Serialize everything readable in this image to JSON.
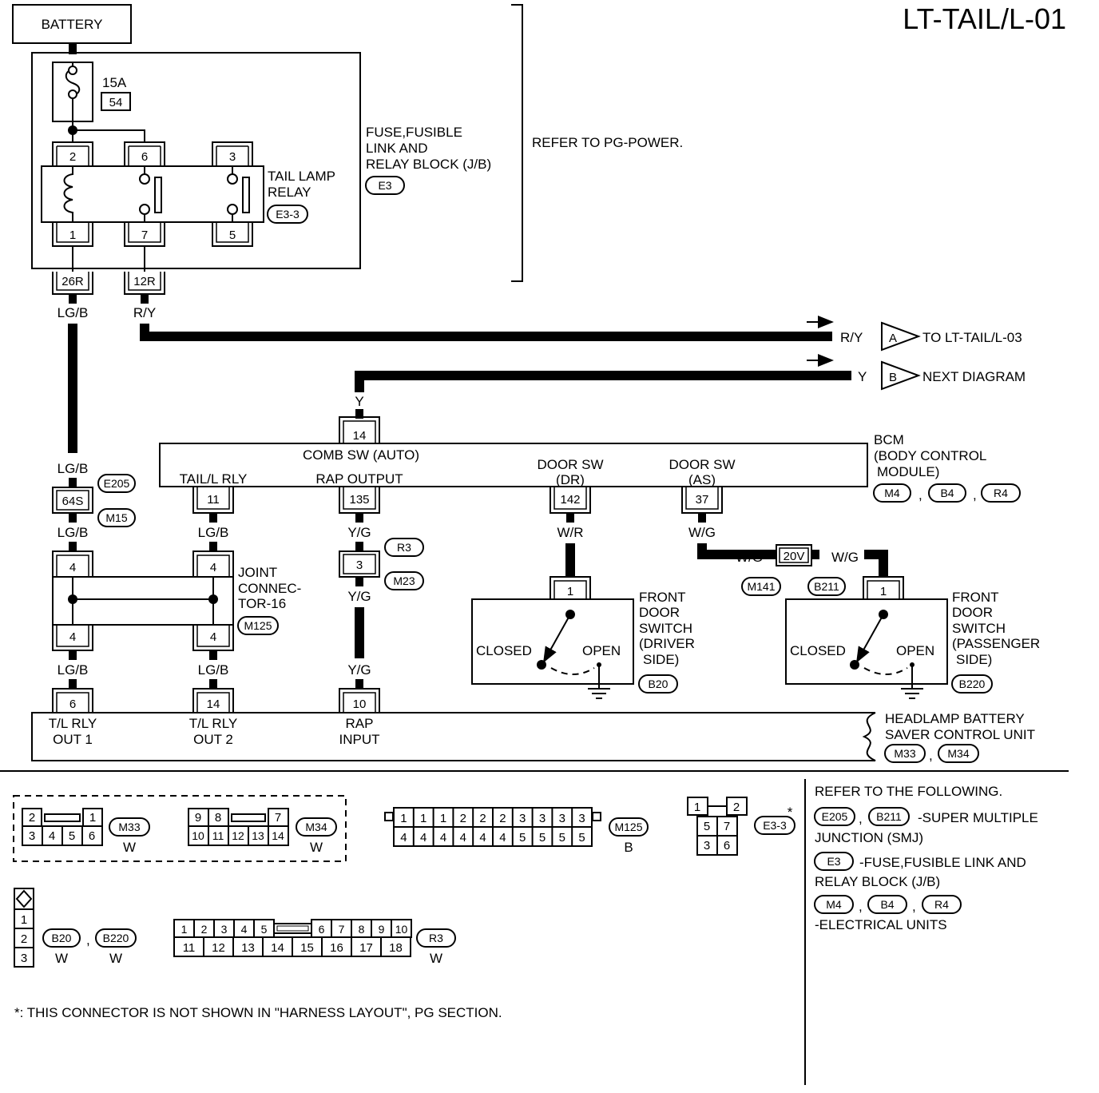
{
  "page_title": "LT-TAIL/L-01",
  "battery": "BATTERY",
  "fuse": {
    "amp": "15A",
    "num": "54"
  },
  "fuse_block": {
    "line1": "FUSE,FUSIBLE",
    "line2": "LINK AND",
    "line3": "RELAY BLOCK (J/B)",
    "code": "E3"
  },
  "refer_pg": "REFER TO PG-POWER.",
  "relay": {
    "line1": "TAIL LAMP",
    "line2": "RELAY",
    "code": "E3-3",
    "pins_top": [
      "2",
      "6",
      "3"
    ],
    "pins_bottom": [
      "1",
      "7",
      "5"
    ]
  },
  "jb_terminals": [
    "26R",
    "12R"
  ],
  "wires": {
    "lgb": "LG/B",
    "ry": "R/Y",
    "y": "Y",
    "yg": "Y/G",
    "wr": "W/R",
    "wg": "W/G"
  },
  "arrows": {
    "a": {
      "color": "R/Y",
      "letter": "A",
      "dest": "TO LT-TAIL/L-03"
    },
    "b": {
      "color": "Y",
      "letter": "B",
      "dest": "NEXT DIAGRAM"
    }
  },
  "bcm": {
    "line1": "BCM",
    "line2": "(BODY CONTROL",
    "line3": "MODULE)",
    "codes": [
      "M4",
      "B4",
      "R4"
    ],
    "pins": {
      "comb": "14",
      "tail": "11",
      "rap": "135",
      "dr": "142",
      "as": "37"
    },
    "labels": {
      "comb": "COMB SW (AUTO)",
      "tail": "TAIL/L RLY",
      "rap": "RAP OUTPUT",
      "dr1": "DOOR SW",
      "dr2": "(DR)",
      "as1": "DOOR SW",
      "as2": "(AS)"
    }
  },
  "conn_64s": {
    "pin": "64S",
    "code1": "E205",
    "code2": "M15"
  },
  "r3_conn": {
    "pin": "3",
    "code1": "R3",
    "code2": "M23"
  },
  "joint": {
    "line1": "JOINT",
    "line2": "CONNEC-",
    "line3": "TOR-16",
    "code": "M125",
    "pin": "4"
  },
  "conn_20v": {
    "pin": "20V",
    "code1": "M141",
    "code2": "B211"
  },
  "door_dr": {
    "pin": "1",
    "closed": "CLOSED",
    "open": "OPEN",
    "line1": "FRONT",
    "line2": "DOOR",
    "line3": "SWITCH",
    "line4": "(DRIVER",
    "line5": "SIDE)",
    "code": "B20"
  },
  "door_as": {
    "pin": "1",
    "closed": "CLOSED",
    "open": "OPEN",
    "line1": "FRONT",
    "line2": "DOOR",
    "line3": "SWITCH",
    "line4": "(PASSENGER",
    "line5": "SIDE)",
    "code": "B220"
  },
  "hbs": {
    "line1": "HEADLAMP BATTERY",
    "line2": "SAVER CONTROL UNIT",
    "codes": [
      "M33",
      "M34"
    ],
    "pins": [
      "6",
      "14",
      "10"
    ],
    "labels": [
      [
        "T/L RLY",
        "OUT 1"
      ],
      [
        "T/L RLY",
        "OUT 2"
      ],
      [
        "RAP",
        "INPUT"
      ]
    ]
  },
  "connectors": {
    "m33": {
      "code": "M33",
      "color": "W",
      "top": [
        "2",
        "1"
      ],
      "bottom": [
        "3",
        "4",
        "5",
        "6"
      ]
    },
    "m34": {
      "code": "M34",
      "color": "W",
      "top": [
        "9",
        "8",
        "7"
      ],
      "bottom": [
        "10",
        "11",
        "12",
        "13",
        "14"
      ]
    },
    "m125": {
      "code": "M125",
      "color": "B",
      "top": [
        "1",
        "1",
        "1",
        "2",
        "2",
        "2",
        "3",
        "3",
        "3",
        "3"
      ],
      "bottom": [
        "4",
        "4",
        "4",
        "4",
        "4",
        "4",
        "5",
        "5",
        "5",
        "5"
      ]
    },
    "e33": {
      "code": "E3-3",
      "star": "*",
      "cells": [
        "1",
        "2",
        "5",
        "7",
        "3",
        "6"
      ]
    },
    "b20": {
      "pins": [
        "1",
        "2",
        "3"
      ],
      "code1": "B20",
      "code2": "B220",
      "color": "W"
    },
    "r3": {
      "code": "R3",
      "color": "W",
      "top": [
        "1",
        "2",
        "3",
        "4",
        "5",
        "6",
        "7",
        "8",
        "9",
        "10"
      ],
      "bottom": [
        "11",
        "12",
        "13",
        "14",
        "15",
        "16",
        "17",
        "18"
      ]
    }
  },
  "footnote": "*: THIS CONNECTOR IS NOT SHOWN IN \"HARNESS LAYOUT\", PG SECTION.",
  "refer": {
    "title": "REFER TO THE FOLLOWING.",
    "smj_codes": [
      "E205",
      "B211"
    ],
    "smj_text": "-SUPER MULTIPLE",
    "smj_text2": "JUNCTION (SMJ)",
    "jb_code": "E3",
    "jb_text": "-FUSE,FUSIBLE LINK AND",
    "jb_text2": "RELAY BLOCK (J/B)",
    "eu_codes": [
      "M4",
      "B4",
      "R4"
    ],
    "eu_text": "-ELECTRICAL UNITS"
  }
}
